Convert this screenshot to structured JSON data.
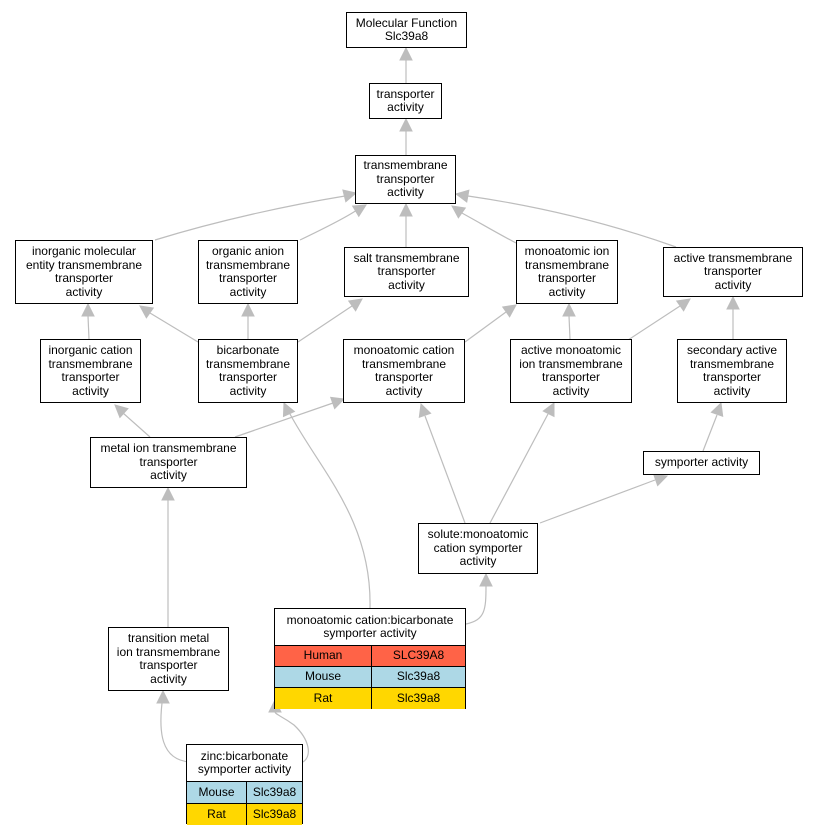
{
  "colors": {
    "edge": "#bdbdbd",
    "human": "#ff6347",
    "mouse": "#add8e6",
    "rat": "#ffd700"
  },
  "nodes": {
    "mf": [
      "Molecular Function",
      "Slc39a8"
    ],
    "transporter": [
      "transporter",
      "activity"
    ],
    "transmembrane": [
      "transmembrane",
      "transporter",
      "activity"
    ],
    "inorganic_molecular": [
      "inorganic molecular",
      "entity transmembrane",
      "transporter",
      "activity"
    ],
    "organic_anion": [
      "organic anion",
      "transmembrane",
      "transporter",
      "activity"
    ],
    "salt": [
      "salt transmembrane",
      "transporter",
      "activity"
    ],
    "monoatomic_ion": [
      "monoatomic ion",
      "transmembrane",
      "transporter",
      "activity"
    ],
    "active_transmembrane": [
      "active transmembrane",
      "transporter",
      "activity"
    ],
    "inorganic_cation": [
      "inorganic cation",
      "transmembrane",
      "transporter",
      "activity"
    ],
    "bicarbonate": [
      "bicarbonate",
      "transmembrane",
      "transporter",
      "activity"
    ],
    "monoatomic_cation": [
      "monoatomic cation",
      "transmembrane",
      "transporter",
      "activity"
    ],
    "active_monoatomic": [
      "active monoatomic",
      "ion transmembrane",
      "transporter",
      "activity"
    ],
    "secondary_active": [
      "secondary active",
      "transmembrane",
      "transporter",
      "activity"
    ],
    "metal_ion": [
      "metal ion transmembrane",
      "transporter",
      "activity"
    ],
    "symporter": [
      "symporter activity"
    ],
    "solute_symporter": [
      "solute:monoatomic",
      "cation symporter",
      "activity"
    ],
    "transition_metal": [
      "transition metal",
      "ion transmembrane",
      "transporter",
      "activity"
    ]
  },
  "annotated": {
    "cation_bicarbonate": {
      "title": [
        "monoatomic cation:bicarbonate",
        "symporter activity"
      ],
      "rows": [
        {
          "species": "Human",
          "gene": "SLC39A8",
          "color": "#ff6347"
        },
        {
          "species": "Mouse",
          "gene": "Slc39a8",
          "color": "#add8e6"
        },
        {
          "species": "Rat",
          "gene": "Slc39a8",
          "color": "#ffd700"
        }
      ]
    },
    "zinc_bicarbonate": {
      "title": [
        "zinc:bicarbonate",
        "symporter activity"
      ],
      "rows": [
        {
          "species": "Mouse",
          "gene": "Slc39a8",
          "color": "#add8e6"
        },
        {
          "species": "Rat",
          "gene": "Slc39a8",
          "color": "#ffd700"
        }
      ]
    }
  }
}
